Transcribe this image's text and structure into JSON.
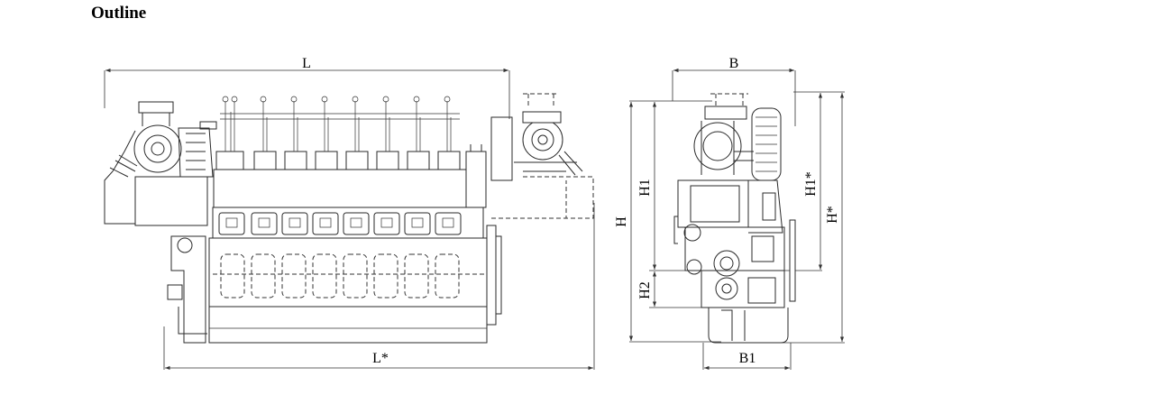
{
  "heading": "Outline",
  "dimensions": {
    "L": "L",
    "L_star": "L*",
    "B": "B",
    "B1": "B1",
    "H": "H",
    "H1": "H1",
    "H2": "H2",
    "H1_star": "H1*",
    "H_star": "H*"
  }
}
